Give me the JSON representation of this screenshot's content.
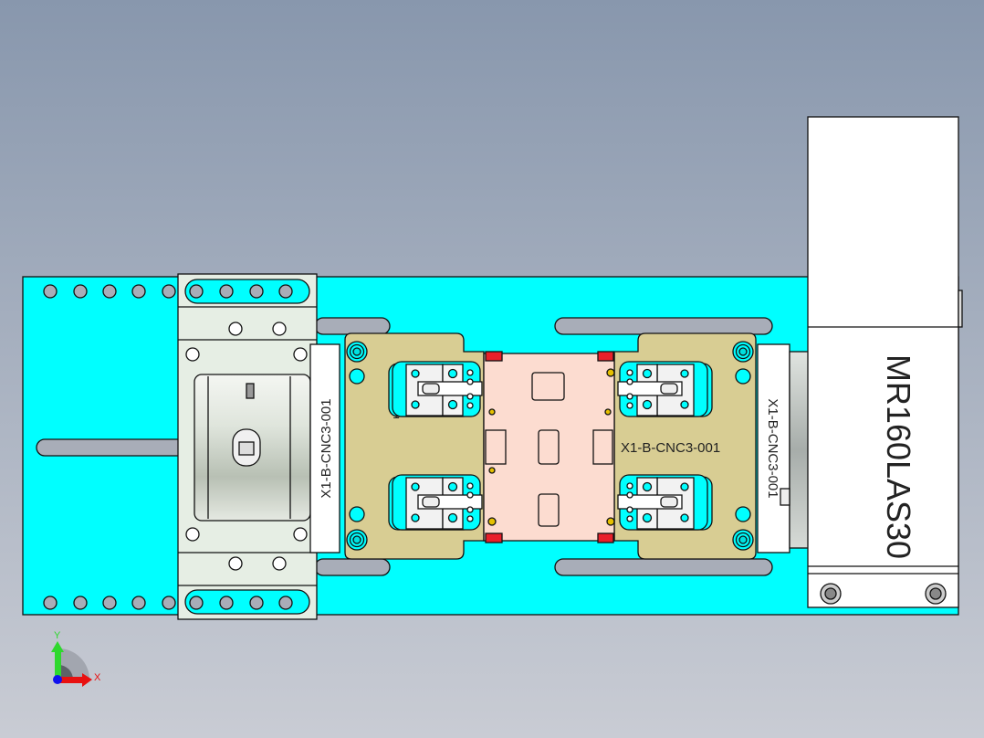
{
  "model": {
    "part_label": "X1-B-CNC3-001",
    "strip_label_left": "X1-B-CNC3-001",
    "strip_label_right": "X1-B-CNC3-001",
    "motor_label": "MR160LAS30",
    "plate_mark": "1"
  },
  "triad": {
    "x_label": "X",
    "y_label": "Y"
  },
  "colors": {
    "base_plate": "#00ffff",
    "fixture_plate": "#d8cd93",
    "nest": "#fcdcd0",
    "stop_pad": "#e8202a",
    "motor_housing": "#ffffff"
  }
}
